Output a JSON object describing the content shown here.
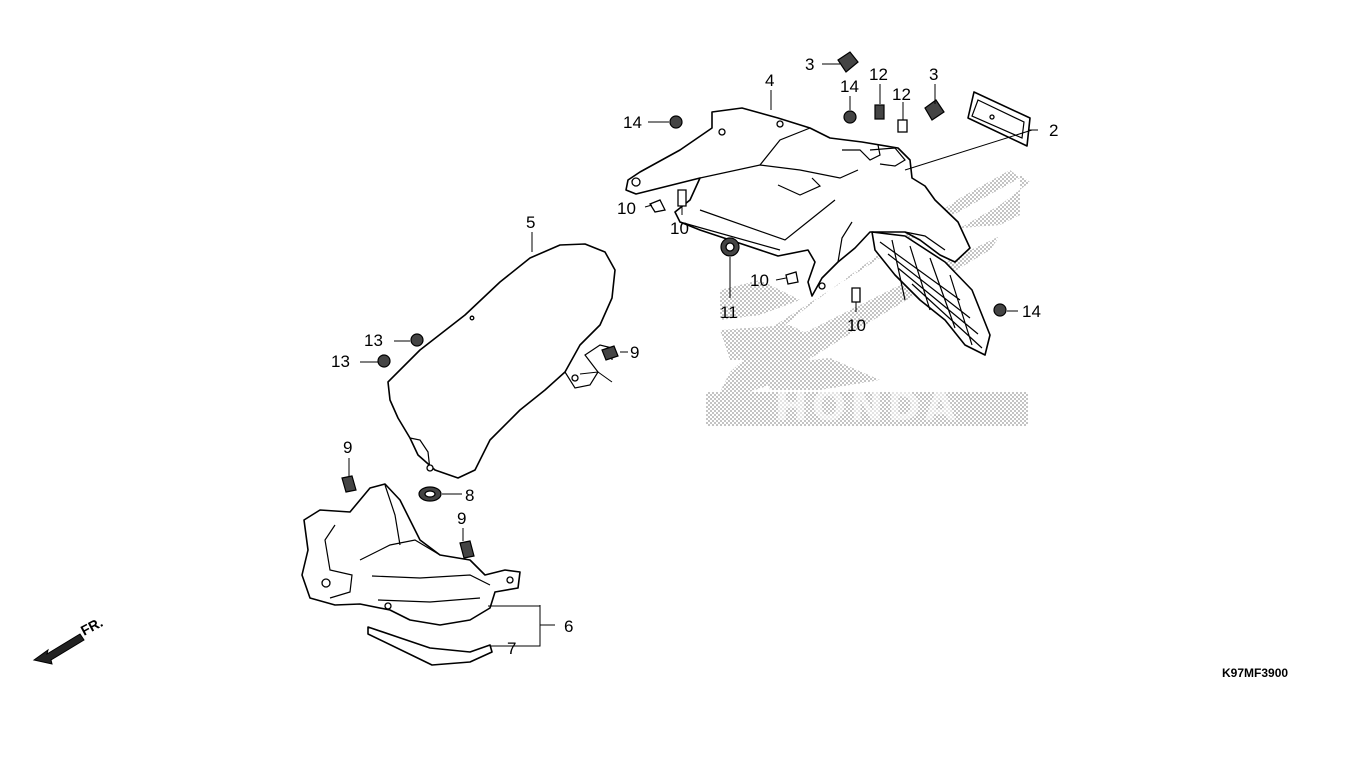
{
  "diagram": {
    "code": "K97MF3900",
    "direction_label": "FR.",
    "watermark_text": "HONDA",
    "callouts": {
      "c2": "2",
      "c3a": "3",
      "c3b": "3",
      "c4": "4",
      "c5": "5",
      "c6": "6",
      "c7": "7",
      "c8": "8",
      "c9a": "9",
      "c9b": "9",
      "c9c": "9",
      "c10a": "10",
      "c10b": "10",
      "c10c": "10",
      "c10d": "10",
      "c11": "11",
      "c12a": "12",
      "c12b": "12",
      "c13a": "13",
      "c13b": "13",
      "c14a": "14",
      "c14b": "14",
      "c14c": "14"
    }
  }
}
